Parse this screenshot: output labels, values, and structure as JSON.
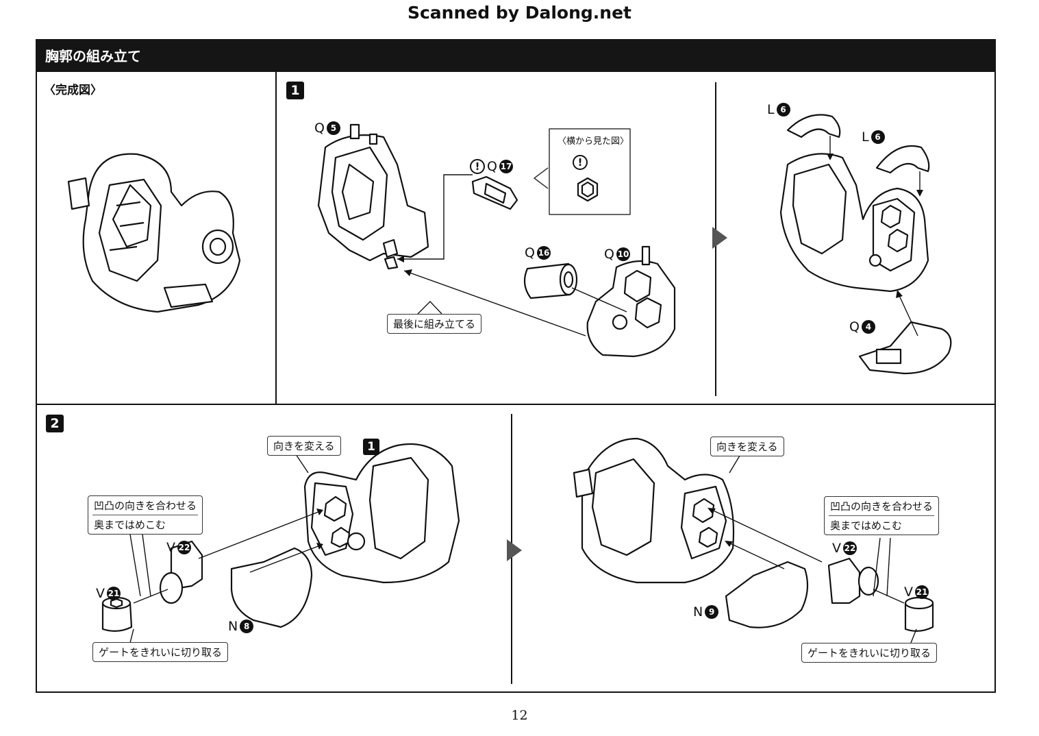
{
  "scan_credit": "Scanned by Dalong.net",
  "section_title": "胸郭の組み立て",
  "completed_label": "〈完成図〉",
  "steps": {
    "step1": {
      "badge": "1"
    },
    "step2": {
      "badge": "2"
    }
  },
  "step1": {
    "side_view_label": "〈横から見た図〉",
    "callout_last": "最後に組み立てる",
    "parts": {
      "q5": {
        "letter": "Q",
        "num": "5"
      },
      "q17": {
        "letter": "Q",
        "num": "17"
      },
      "q16": {
        "letter": "Q",
        "num": "16"
      },
      "q10": {
        "letter": "Q",
        "num": "10"
      },
      "l6a": {
        "letter": "L",
        "num": "6"
      },
      "l6b": {
        "letter": "L",
        "num": "6"
      },
      "q4": {
        "letter": "Q",
        "num": "4"
      }
    },
    "caution_symbol": "!"
  },
  "step2": {
    "left": {
      "callout_turn": "向きを変える",
      "ref_badge": "1",
      "callout_align_1": "凹凸の向きを合わせる",
      "callout_align_2": "奥まではめこむ",
      "callout_gate": "ゲートをきれいに切り取る",
      "parts": {
        "v22": {
          "letter": "V",
          "num": "22"
        },
        "v21": {
          "letter": "V",
          "num": "21"
        },
        "n8": {
          "letter": "N",
          "num": "8"
        }
      }
    },
    "right": {
      "callout_turn": "向きを変える",
      "callout_align_1": "凹凸の向きを合わせる",
      "callout_align_2": "奥まではめこむ",
      "callout_gate": "ゲートをきれいに切り取る",
      "parts": {
        "v22": {
          "letter": "V",
          "num": "22"
        },
        "v21": {
          "letter": "V",
          "num": "21"
        },
        "n9": {
          "letter": "N",
          "num": "9"
        }
      }
    }
  },
  "page_number": "12"
}
